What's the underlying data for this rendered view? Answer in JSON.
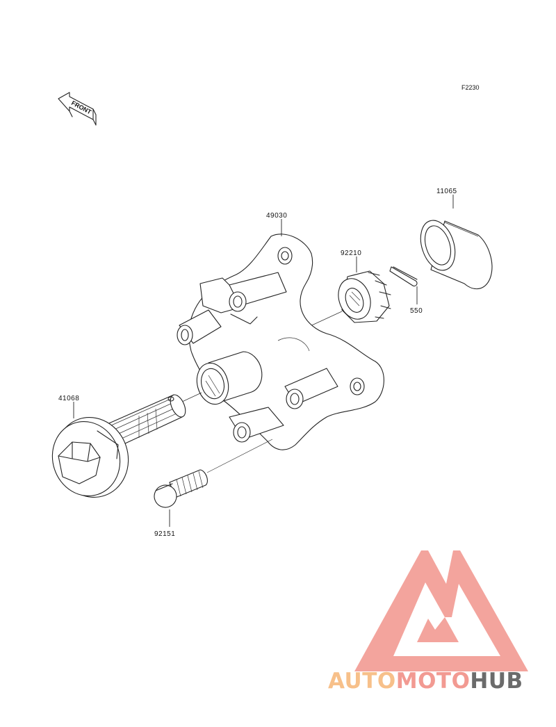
{
  "figure_code": "F2230",
  "front_label": "FRONT",
  "parts": {
    "p11065": "11065",
    "p49030": "49030",
    "p92210": "92210",
    "p550": "550",
    "p41068": "41068",
    "p92151": "92151"
  },
  "watermark": {
    "part1": "AUTO",
    "part2": "MOTO",
    "part3": "HUB",
    "color1": "#f7c08a",
    "color2": "#f29a92",
    "color3": "#6b6b6b",
    "logo_color": "#f29a92"
  }
}
